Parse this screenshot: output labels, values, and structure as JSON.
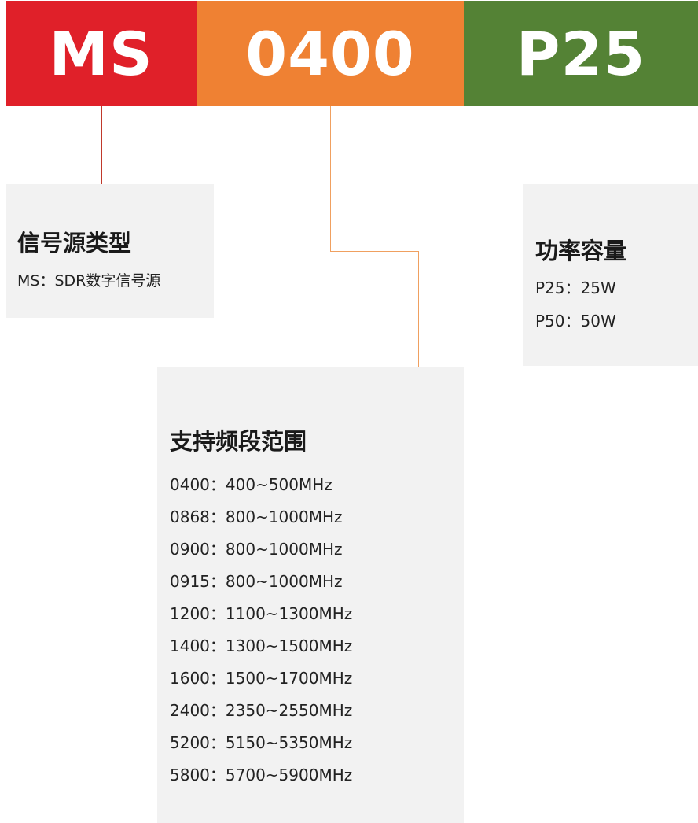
{
  "code_segments": [
    {
      "text": "MS",
      "color": "#e02029"
    },
    {
      "text": "0400",
      "color": "#ef8133"
    },
    {
      "text": "P25",
      "color": "#548235"
    }
  ],
  "signal_box": {
    "title": "信号源类型",
    "items": [
      "MS：SDR数字信号源"
    ]
  },
  "freq_box": {
    "title": "支持频段范围",
    "items": [
      "0400：400~500MHz",
      "0868：800~1000MHz",
      "0900：800~1000MHz",
      "0915：800~1000MHz",
      "1200：1100~1300MHz",
      "1400：1300~1500MHz",
      "1600：1500~1700MHz",
      "2400：2350~2550MHz",
      "5200：5150~5350MHz",
      "5800：5700~5900MHz"
    ]
  },
  "power_box": {
    "title": "功率容量",
    "items": [
      "P25：25W",
      "P50：50W"
    ]
  }
}
